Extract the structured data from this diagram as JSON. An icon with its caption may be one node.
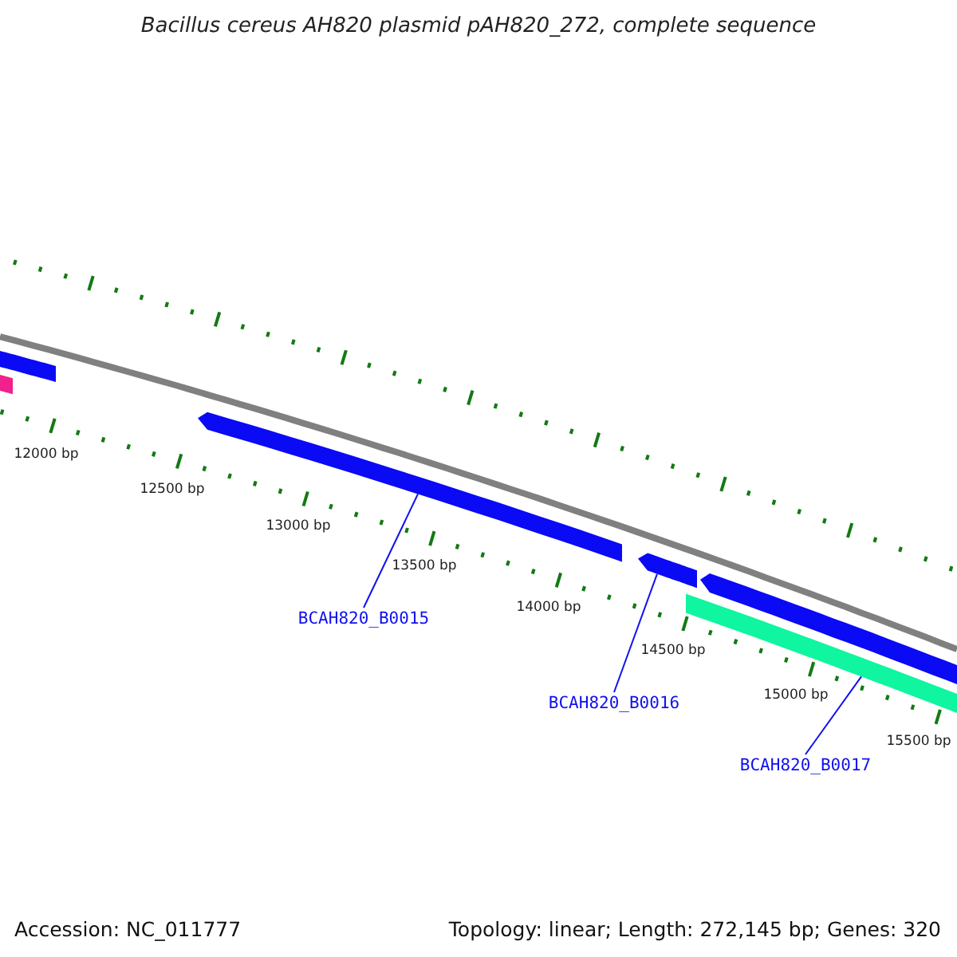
{
  "diagram": {
    "title": "Bacillus cereus AH820 plasmid pAH820_272, complete sequence",
    "nodes": [
      {
        "text": [],
        "shape": "bar"
      },
      {
        "text": [],
        "shape": "bar"
      },
      {
        "text": [],
        "shape": "bar"
      },
      {
        "text": [],
        "shape": "bar"
      },
      {
        "text": [],
        "shape": "bar"
      },
      {
        "text": [],
        "shape": "bar"
      },
      {
        "text": [
          "BCAH820_B0015"
        ]
      },
      {
        "text": [
          "BCAH820_B0016"
        ]
      },
      {
        "text": [
          "BCAH820_B0017"
        ]
      }
    ],
    "edges": [
      {
        "from": 6,
        "to": 2,
        "arrow": "none"
      },
      {
        "from": 7,
        "to": 3,
        "arrow": "none"
      },
      {
        "from": 8,
        "to": 5,
        "arrow": "none"
      }
    ],
    "labels": [
      "12000 bp",
      "12500 bp",
      "13000 bp",
      "13500 bp",
      "14000 bp",
      "14500 bp",
      "15000 bp",
      "15500 bp",
      "Accession: NC_011777",
      "Topology: linear; Length: 272,145 bp; Genes: 320"
    ]
  }
}
